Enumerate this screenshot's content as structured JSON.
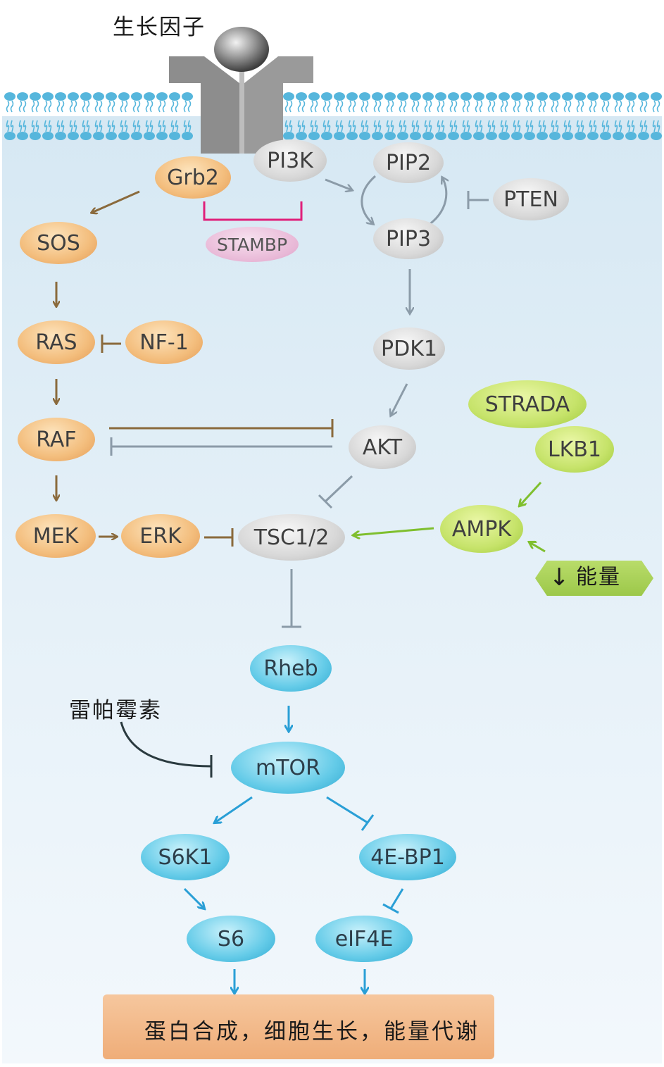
{
  "labels": {
    "growth_factor": "生长因子",
    "rapamycin": "雷帕霉素",
    "energy": "能量",
    "energy_arrow": "↓",
    "output": "蛋白合成，细胞生长，能量代谢"
  },
  "nodes": {
    "grb2": "Grb2",
    "pi3k": "PI3K",
    "stambp": "STAMBP",
    "sos": "SOS",
    "ras": "RAS",
    "nf1": "NF-1",
    "raf": "RAF",
    "mek": "MEK",
    "erk": "ERK",
    "pip2": "PIP2",
    "pip3": "PIP3",
    "pten": "PTEN",
    "pdk1": "PDK1",
    "akt": "AKT",
    "tsc12": "TSC1/2",
    "strada": "STRADA",
    "lkb1": "LKB1",
    "ampk": "AMPK",
    "rheb": "Rheb",
    "mtor": "mTOR",
    "s6k1": "S6K1",
    "ebp1": "4E-BP1",
    "s6": "S6",
    "eif4e": "eIF4E"
  },
  "colors": {
    "orange_path": "#8a6a3c",
    "gray_path": "#8b9ba8",
    "green_path": "#7fbf2e",
    "blue_path": "#2a9fd6",
    "stambp_bracket": "#e0207a",
    "rapamycin_line": "#2a3a3f",
    "membrane": "#56b6dc",
    "cytoplasm": "#e4f0f7"
  }
}
